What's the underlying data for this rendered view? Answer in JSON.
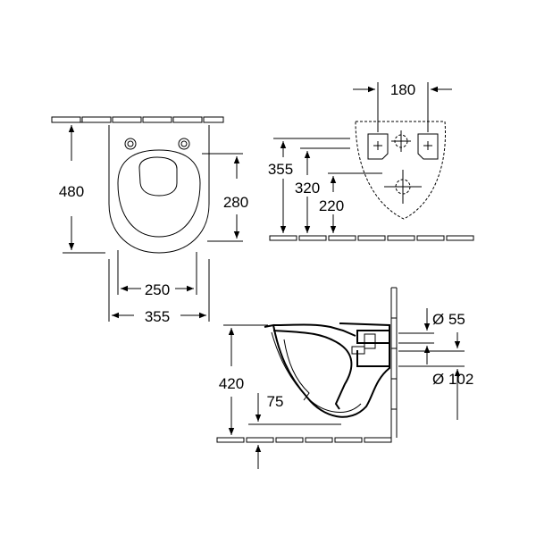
{
  "top_view": {
    "height_label": "480",
    "seat_height_label": "280",
    "seat_width_label": "250",
    "width_label": "355"
  },
  "rear_view": {
    "fixing_spacing_label": "180",
    "height_355_label": "355",
    "height_320_label": "320",
    "height_220_label": "220"
  },
  "side_view": {
    "height_label": "420",
    "bottom_label": "75",
    "inlet_label": "Ø 55",
    "outlet_label": "Ø 102"
  }
}
